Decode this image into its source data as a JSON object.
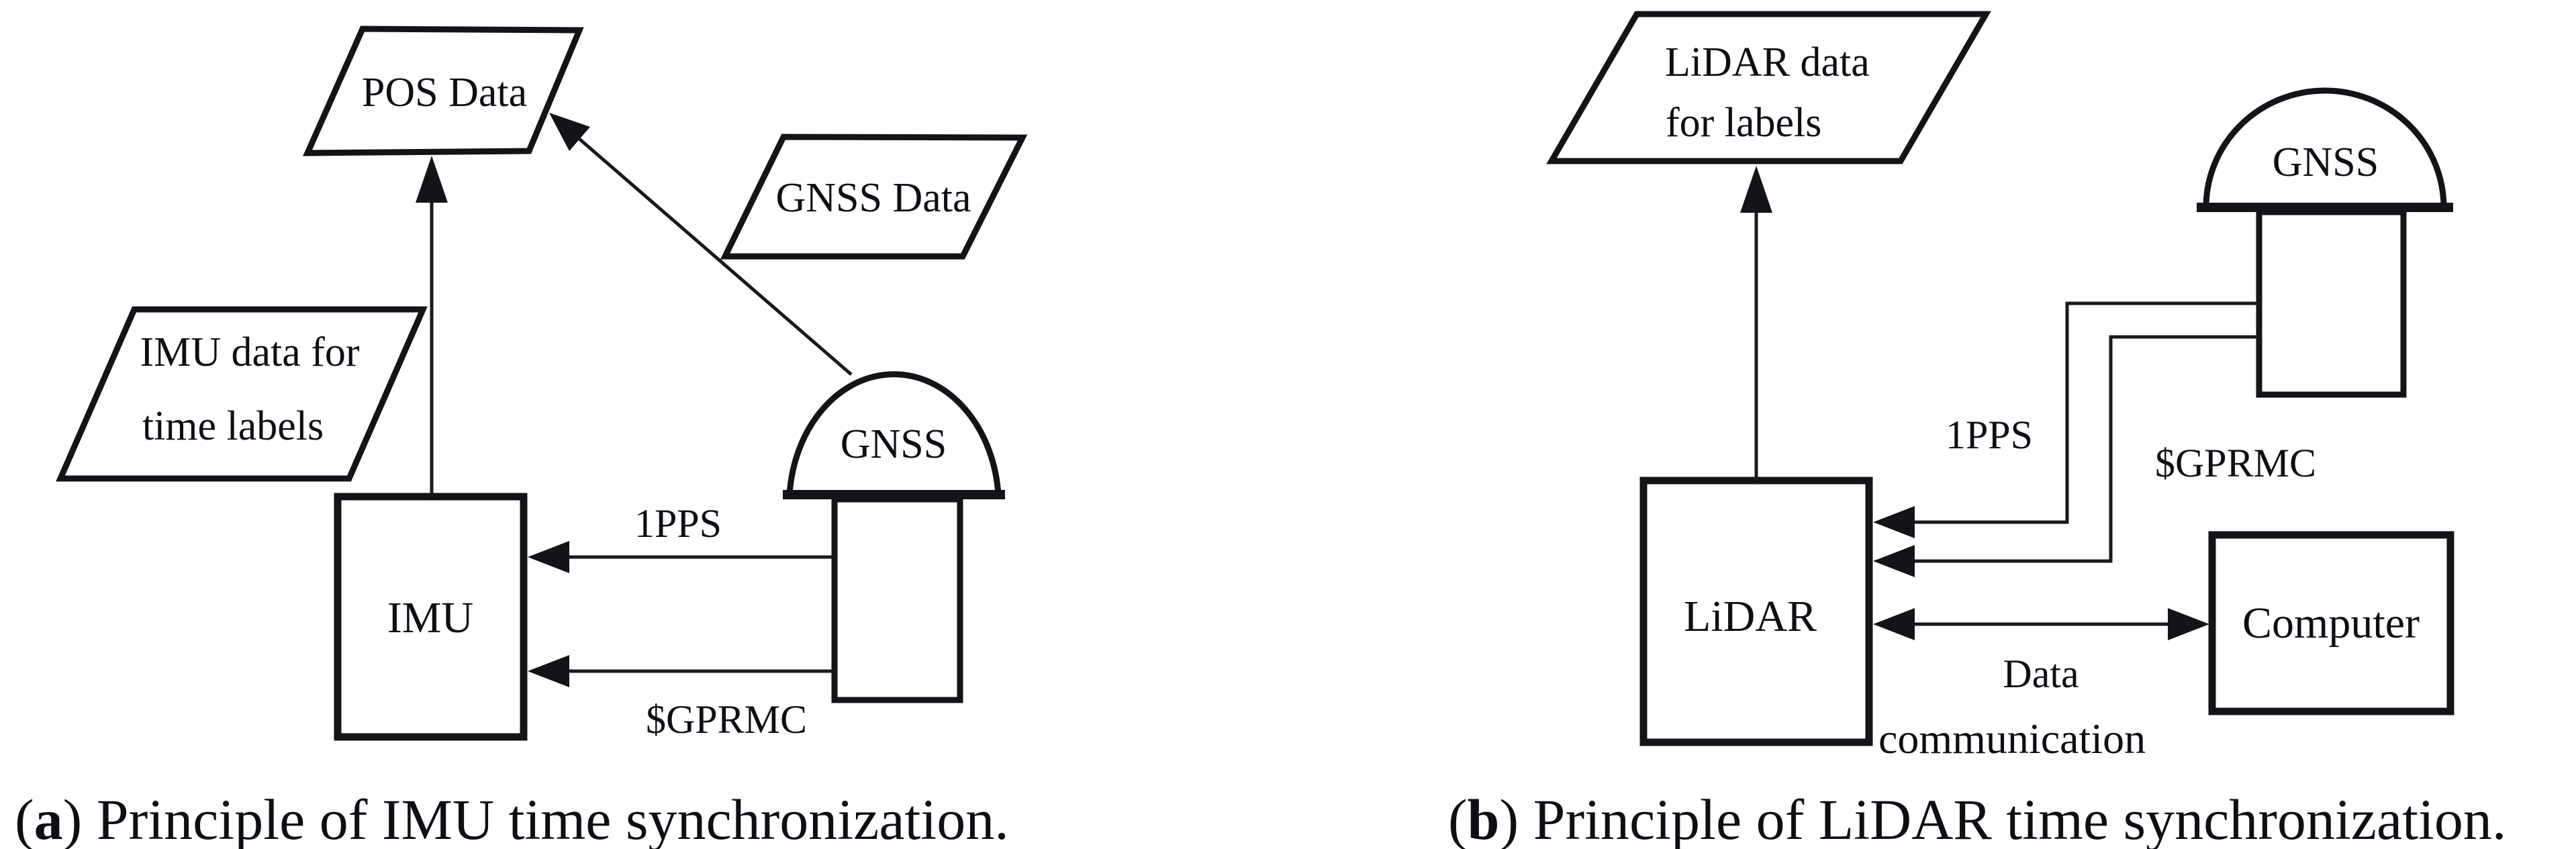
{
  "colors": {
    "ink": "#141418",
    "background": "#ffffff"
  },
  "panel_a": {
    "nodes": {
      "pos_data": "POS Data",
      "gnss_data": "GNSS Data",
      "imu_data_line1": "IMU data for",
      "imu_data_line2": "time labels",
      "imu": "IMU",
      "gnss": "GNSS"
    },
    "signals": {
      "pps": "1PPS",
      "gprmc": "$GPRMC"
    },
    "caption": {
      "open": "(",
      "letter": "a",
      "rest": ") Principle of IMU time synchronization."
    }
  },
  "panel_b": {
    "nodes": {
      "lidar_data_line1": "LiDAR data",
      "lidar_data_line2": "for labels",
      "lidar": "LiDAR",
      "gnss": "GNSS",
      "computer": "Computer"
    },
    "signals": {
      "pps": "1PPS",
      "gprmc": "$GPRMC",
      "data_comm_line1": "Data",
      "data_comm_line2": "communication"
    },
    "caption": {
      "open": "(",
      "letter": "b",
      "rest": ") Principle of LiDAR time synchronization."
    }
  }
}
